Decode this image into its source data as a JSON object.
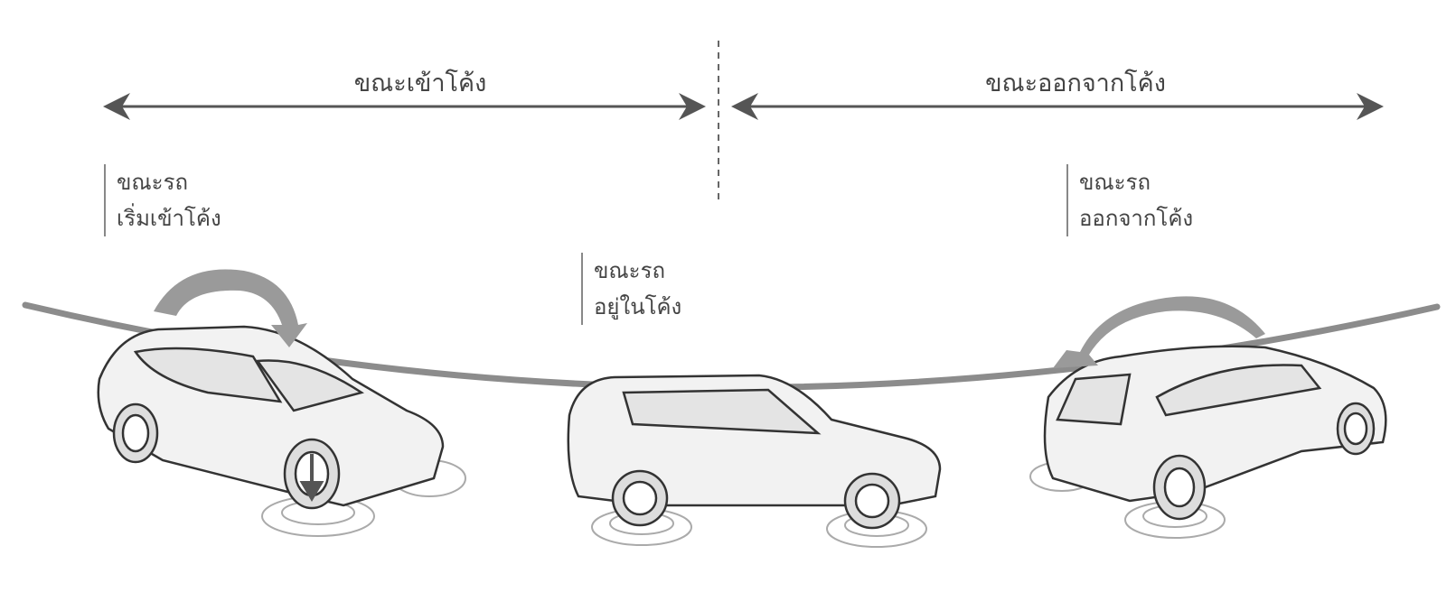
{
  "phases": {
    "entering": "ขณะเข้าโค้ง",
    "exiting": "ขณะออกจากโค้ง"
  },
  "stages": [
    {
      "line1": "ขณะรถ",
      "line2": "เริ่มเข้าโค้ง"
    },
    {
      "line1": "ขณะรถ",
      "line2": "อยู่ในโค้ง"
    },
    {
      "line1": "ขณะรถ",
      "line2": "ออกจากโค้ง"
    }
  ],
  "colors": {
    "text": "#444444",
    "arrow": "#555555",
    "road": "#8c8c8c",
    "car_fill": "#f2f2f2",
    "car_line": "#333333",
    "rotation_arrow": "#9a9a9a"
  }
}
